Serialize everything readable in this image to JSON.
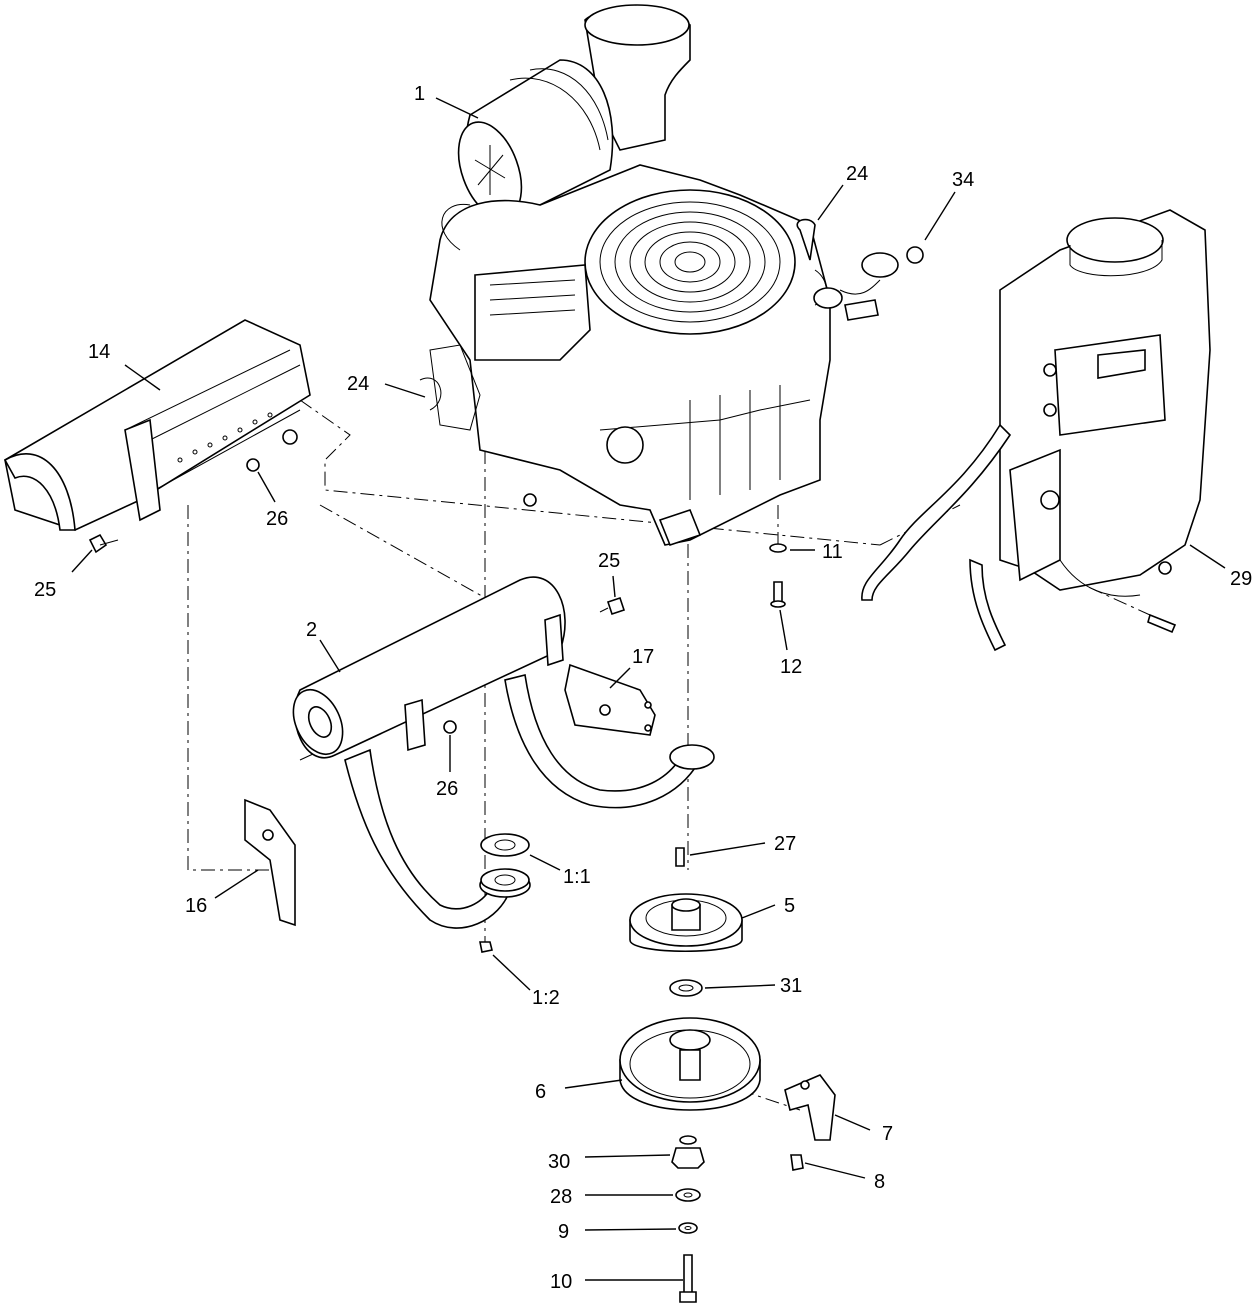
{
  "callouts": [
    {
      "id": "c-1",
      "label": "1"
    },
    {
      "id": "c-24a",
      "label": "24"
    },
    {
      "id": "c-34",
      "label": "34"
    },
    {
      "id": "c-14",
      "label": "14"
    },
    {
      "id": "c-24b",
      "label": "24"
    },
    {
      "id": "c-26a",
      "label": "26"
    },
    {
      "id": "c-25a",
      "label": "25"
    },
    {
      "id": "c-25b",
      "label": "25"
    },
    {
      "id": "c-11",
      "label": "11"
    },
    {
      "id": "c-29",
      "label": "29"
    },
    {
      "id": "c-12",
      "label": "12"
    },
    {
      "id": "c-2",
      "label": "2"
    },
    {
      "id": "c-17",
      "label": "17"
    },
    {
      "id": "c-26b",
      "label": "26"
    },
    {
      "id": "c-27",
      "label": "27"
    },
    {
      "id": "c-1-1",
      "label": "1:1"
    },
    {
      "id": "c-16",
      "label": "16"
    },
    {
      "id": "c-5",
      "label": "5"
    },
    {
      "id": "c-1-2",
      "label": "1:2"
    },
    {
      "id": "c-31",
      "label": "31"
    },
    {
      "id": "c-6",
      "label": "6"
    },
    {
      "id": "c-7",
      "label": "7"
    },
    {
      "id": "c-30",
      "label": "30"
    },
    {
      "id": "c-8",
      "label": "8"
    },
    {
      "id": "c-28",
      "label": "28"
    },
    {
      "id": "c-9",
      "label": "9"
    },
    {
      "id": "c-10",
      "label": "10"
    }
  ]
}
